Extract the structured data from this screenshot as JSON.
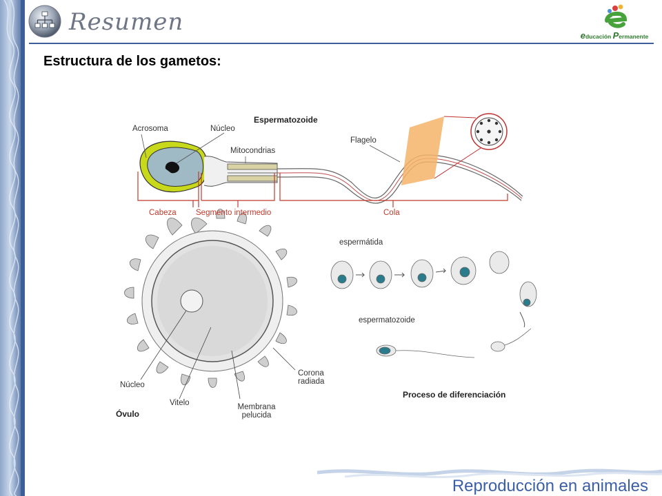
{
  "header": {
    "title": "Resumen",
    "brand_name": "educación permanente"
  },
  "page": {
    "title": "Estructura de los gametos:"
  },
  "sperm_diagram": {
    "title": "Espermatozoide",
    "labels": {
      "acrosoma": "Acrosoma",
      "nucleo": "Núcleo",
      "mitocondrias": "Mitocondrias",
      "flagelo": "Flagelo"
    },
    "sections": {
      "cabeza": "Cabeza",
      "segmento": "Segmento intermedio",
      "cola": "Cola"
    }
  },
  "ovum_diagram": {
    "title": "Óvulo",
    "labels": {
      "nucleo": "Núcleo",
      "vitelo": "Vitelo",
      "membrana": "Membrana pelucida",
      "corona": "Corona radiada"
    }
  },
  "differentiation_diagram": {
    "title": "Proceso de diferenciación",
    "start_label": "espermátida",
    "end_label": "espermatozoide"
  },
  "footer": {
    "text": "Reproducción en animales"
  },
  "colors": {
    "accent_blue": "#3c5f99",
    "footer_text": "#3a5fa8",
    "section_red": "#c0392b"
  }
}
